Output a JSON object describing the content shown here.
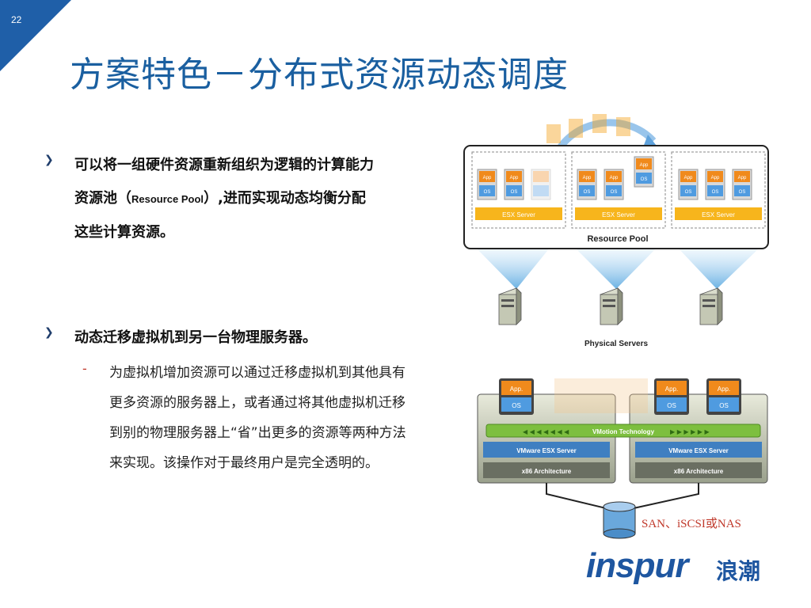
{
  "page_number": "22",
  "title": "方案特色－分布式资源动态调度",
  "bullets": [
    {
      "text_a": "可以将一组硬件资源重新组织为逻辑的计算能力资源池（",
      "text_rp": "Resource Pool",
      "text_b": "）,进而实现动态均衡分配这些计算资源。"
    },
    {
      "text": "动态迁移虚拟机到另一台物理服务器。"
    }
  ],
  "sub_bullet": "为虚拟机增加资源可以通过迁移虚拟机到其他具有更多资源的服务器上，或者通过将其他虚拟机迁移到别的物理服务器上“省”出更多的资源等两种方法来实现。该操作对于最终用户是完全透明的。",
  "diagram_top": {
    "app_label": "App",
    "os_label": "OS",
    "server_label": "ESX Server",
    "pool_label": "Resource Pool",
    "physical_label": "Physical Servers"
  },
  "diagram_bottom": {
    "app_label": "App.",
    "os_label": "OS",
    "vmotion_label": "VMotion Technology",
    "esx_label": "VMware ESX Server",
    "arch_label": "x86 Architecture",
    "storage_label": "SAN、iSCSI或NAS"
  },
  "logo": {
    "en": "inspur",
    "cn": "浪潮"
  },
  "colors": {
    "title": "#1a5fa0",
    "accent": "#1f5fa8",
    "orange": "#f5a623",
    "server_bar": "#f7b51c"
  }
}
